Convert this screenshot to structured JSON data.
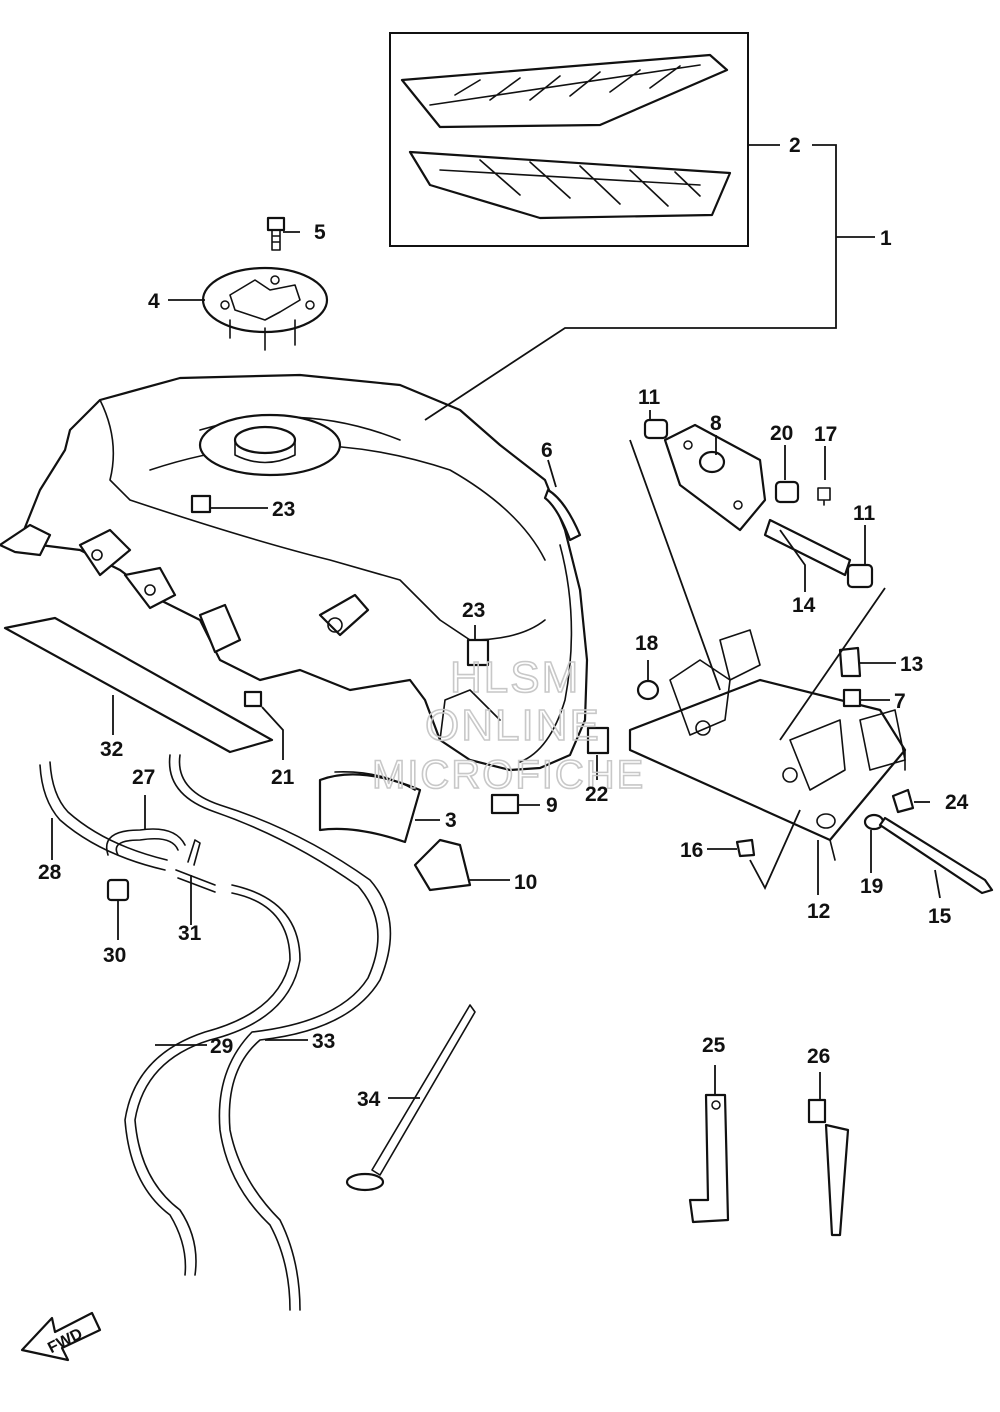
{
  "parts": [
    {
      "num": "1"
    },
    {
      "num": "2"
    },
    {
      "num": "3"
    },
    {
      "num": "4"
    },
    {
      "num": "5"
    },
    {
      "num": "6"
    },
    {
      "num": "7"
    },
    {
      "num": "8"
    },
    {
      "num": "9"
    },
    {
      "num": "10"
    },
    {
      "num": "11"
    },
    {
      "num": "11"
    },
    {
      "num": "12"
    },
    {
      "num": "13"
    },
    {
      "num": "14"
    },
    {
      "num": "15"
    },
    {
      "num": "16"
    },
    {
      "num": "17"
    },
    {
      "num": "18"
    },
    {
      "num": "19"
    },
    {
      "num": "20"
    },
    {
      "num": "21"
    },
    {
      "num": "22"
    },
    {
      "num": "23"
    },
    {
      "num": "23"
    },
    {
      "num": "24"
    },
    {
      "num": "25"
    },
    {
      "num": "26"
    },
    {
      "num": "27"
    },
    {
      "num": "28"
    },
    {
      "num": "29"
    },
    {
      "num": "30"
    },
    {
      "num": "31"
    },
    {
      "num": "32"
    },
    {
      "num": "33"
    },
    {
      "num": "34"
    }
  ],
  "watermark": {
    "line1": "HLSM",
    "line2": "ONLINE",
    "line3": "MICROFICHE"
  },
  "fwd_label": "FWD"
}
